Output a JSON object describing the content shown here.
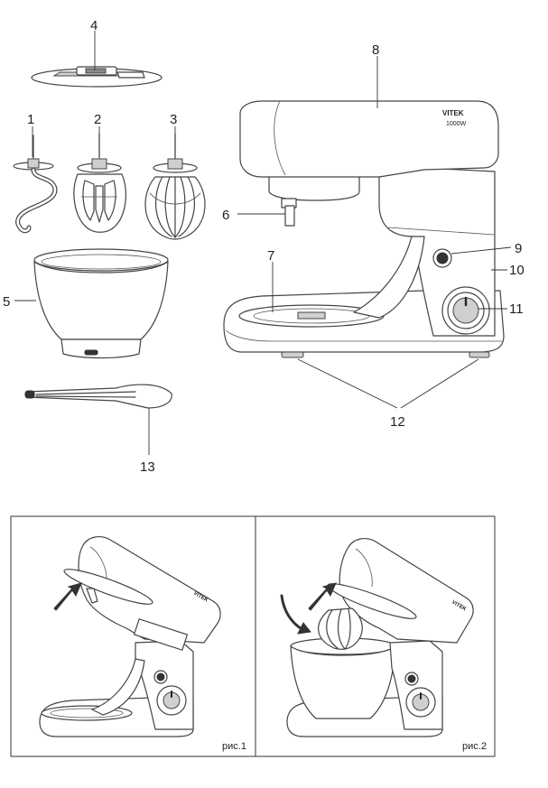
{
  "callouts": {
    "c1": "1",
    "c2": "2",
    "c3": "3",
    "c4": "4",
    "c5": "5",
    "c6": "6",
    "c7": "7",
    "c8": "8",
    "c9": "9",
    "c10": "10",
    "c11": "11",
    "c12": "12",
    "c13": "13"
  },
  "brand": {
    "name": "VITEK",
    "model": "1000W"
  },
  "figures": {
    "fig1": "рис.1",
    "fig2": "рис.2"
  },
  "colors": {
    "line": "#444444",
    "fill": "#ffffff",
    "shade": "#cfcfcf"
  }
}
